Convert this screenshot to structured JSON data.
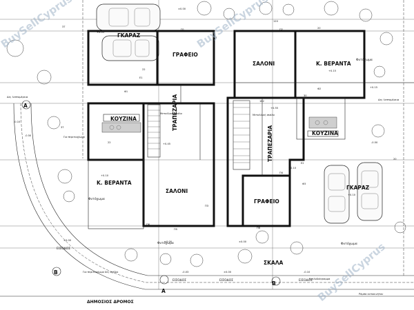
{
  "rooms": {
    "garage_top": "ΓΚΑΡΑΖ",
    "office_left": "ΓΡΑΦΕΙΟ",
    "salon_right": "ΣΑΛΟΝΙ",
    "veranda_right": "Κ. ΒΕΡΑΝΤΑ",
    "kitchen_left": "ΚΟΥΖΙΝΑ",
    "dining_left": "ΤΡΑΠΕΖΑΡΙΑ",
    "dining_right": "ΤΡΑΠΕΖΑΡΙΑ",
    "kitchen_right": "ΚΟΥΖΙΝΑ",
    "veranda_left": "Κ. ΒΕΡΑΝΤΑ",
    "salon_left": "ΣΑΛΟΝΙ",
    "office_right": "ΓΡΑΦΕΙΟ",
    "garage_right": "ΓΚΑΡΑΖ",
    "stairs": "ΣΚΑΛΑ"
  },
  "labels": {
    "section_a_left": "A",
    "section_a_bottom": "A",
    "section_b_bottom": "B",
    "section_b_left": "B",
    "road": "ΔΗΜΟΣΙΟΣ ΔΡΟΜΟΣ",
    "entrance_left": "ΕΙΣΟΔΟΣ",
    "entrance_mid": "ΕΙΣΟΔΟΣ",
    "entrance_mid2": "ΕΙΣΟΔΟΣ",
    "entrance_right": "ΕΙΣΟΔΟΣ",
    "garden_1": "Φυτόχωμα",
    "garden_2": "Φυτόχωμα",
    "garden_3": "Φυτόχωμα",
    "garden_4": "Φυτόχωμα",
    "tiles_left": "Δες λεπτομέρεια",
    "tiles_right": "Δες λεπτομέρεια",
    "pavement_left": "Για περιτοιχίωμα",
    "pavement_right": "Ράμπα αυτοκινήτου",
    "kerb": "Κυκλοδιάγραμμα",
    "fence_note": "Για περιτοιχίωμα δες σχέδιο",
    "stair_note_left": "Μεταλλική σκάλα",
    "stair_note_right": "Μεταλλική σκάλα"
  },
  "levels": {
    "l1": "+0.05",
    "l2": "±0.00",
    "l3": "+0.15",
    "l4": "+0.15",
    "l5": "+0.55",
    "l6": "+0.10",
    "l7": "+0.45",
    "l8": "+0.10",
    "l9": "±0.00",
    "l10": "+0.10",
    "l11": "-0.50",
    "l12": "±0.00",
    "l13": "-0.10",
    "l14": "-0.03",
    "l15": "±0.00",
    "l16": "-0.10",
    "l17": "±0.00",
    "l18": "-0.50"
  },
  "openings": {
    "p1": "Π1",
    "p2": "Π2",
    "p3": "Π3",
    "p4": "Π4",
    "p5": "Π5",
    "p6": "Π6",
    "p7": "Π7",
    "p8": "Π8",
    "f1": "Φ1",
    "f2": "Φ2",
    "f3": "Φ3",
    "e1": "E1",
    "e2": "E2"
  },
  "dimensions": {
    "d1": "120",
    "d2": "37",
    "d3": "22",
    "d4": "20",
    "d5": "37",
    "d6": "30",
    "d7": "162",
    "d8": "22",
    "d9": "37",
    "d10": "20"
  },
  "watermark": "BuySellCyprus"
}
